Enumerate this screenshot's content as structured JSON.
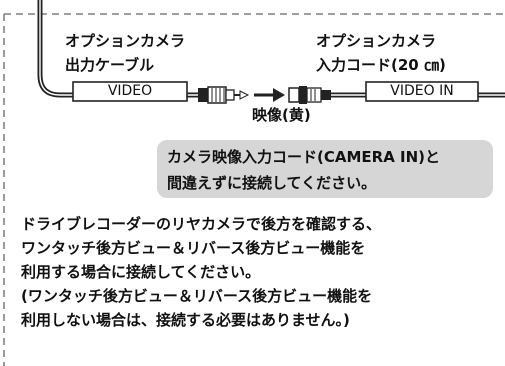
{
  "labels": {
    "output_cable_line1": "オプションカメラ",
    "output_cable_line2": "出力ケーブル",
    "input_cord_line1": "オプションカメラ",
    "input_cord_line2": "入力コード(20 ㎝)",
    "video_out": "VIDEO",
    "video_in": "VIDEO IN",
    "video_signal": "映像(黄)"
  },
  "note": {
    "line1": "カメラ映像入力コード(CAMERA IN)と",
    "line2": "間違えずに接続してください。"
  },
  "body": {
    "line1": "ドライブレコーダーのリヤカメラで後方を確認する、",
    "line2": "ワンタッチ後方ビュー＆リバース後方ビュー機能を",
    "line3": "利用する場合に接続してください。",
    "line4": "(ワンタッチ後方ビュー＆リバース後方ビュー機能を",
    "line5": "利用しない場合は、接続する必要はありません。)"
  },
  "colors": {
    "note_bg": "#d6d6d6",
    "line": "#222222",
    "dashed": "#666666"
  }
}
